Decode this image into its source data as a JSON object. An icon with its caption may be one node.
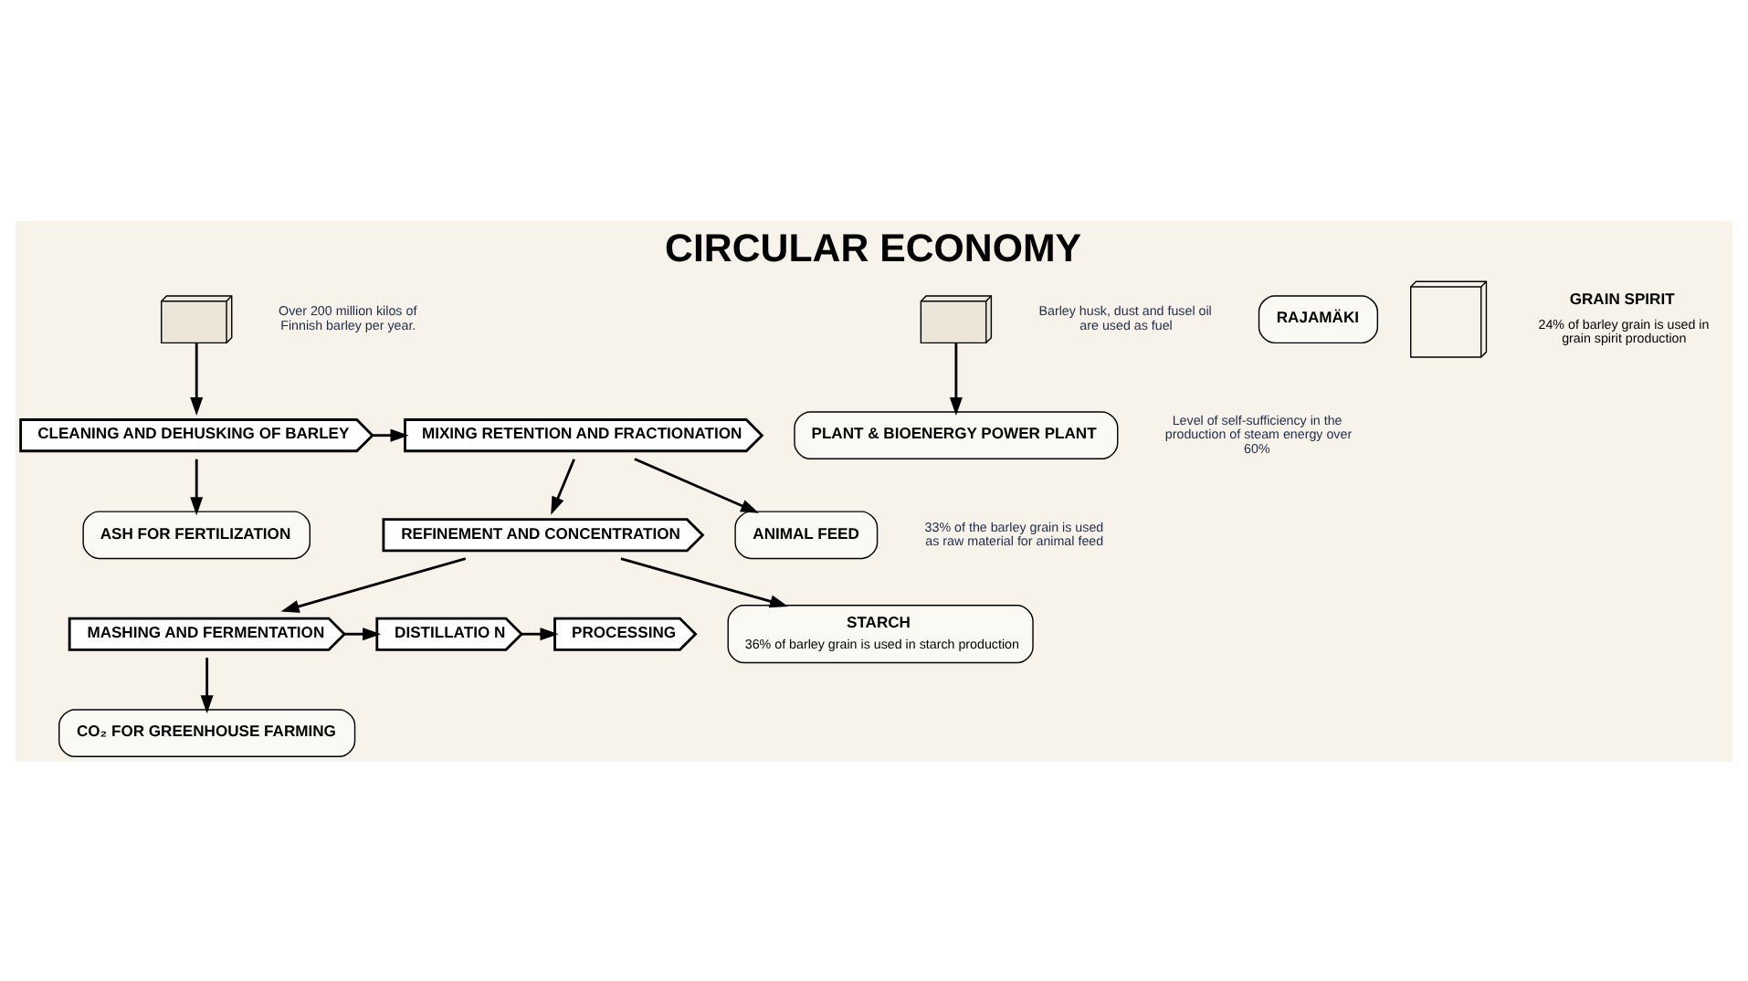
{
  "diagram": {
    "title": "CIRCULAR ECONOMY",
    "nodes": [
      {
        "text": [],
        "shape": "picture",
        "beside": [
          "Over 200 million kilos of Finnish barley per year."
        ]
      },
      {
        "text": [
          "CLEANING AND DEHUSKING OF BARLEY"
        ]
      },
      {
        "text": [
          "MIXING RETENTION AND FRACTIONATION"
        ]
      },
      {
        "text": [
          "REFINEMENT AND CONCENTRATION"
        ]
      },
      {
        "text": [
          "MASHING AND FERMENTATION"
        ]
      },
      {
        "text": [
          "DISTILLATIO N"
        ]
      },
      {
        "text": [
          "PROCESSING"
        ]
      },
      {
        "text": [
          "ASH FOR FERTILIZATION"
        ]
      },
      {
        "text": [
          "ANIMAL FEED"
        ],
        "beside": [
          "33% of the barley grain is used as raw material for animal feed"
        ]
      },
      {
        "text": [
          "PLANT & BIOENERGY POWER PLANT"
        ],
        "beside": [
          "Level of self-sufficiency in the production of steam energy over 60%"
        ]
      },
      {
        "text": [],
        "shape": "picture",
        "beside": [
          "Barley husk, dust and fusel oil are used as fuel"
        ]
      },
      {
        "text": [
          "STARCH",
          "36% of barley grain is used in starch production"
        ]
      },
      {
        "text": [
          "CO₂ FOR GREENHOUSE FARMING"
        ]
      },
      {
        "text": [
          "RAJAMÄKI"
        ]
      },
      {
        "text": [],
        "shape": "picture"
      }
    ],
    "edges": [
      {
        "from": 0,
        "to": 1,
        "arrow": "to"
      },
      {
        "from": 1,
        "to": 2,
        "arrow": "to"
      },
      {
        "from": 2,
        "to": 3,
        "arrow": "to"
      },
      {
        "from": 3,
        "to": 4,
        "arrow": "to"
      },
      {
        "from": 4,
        "to": 5,
        "arrow": "to"
      },
      {
        "from": 5,
        "to": 6,
        "arrow": "to"
      },
      {
        "from": 1,
        "to": 7,
        "arrow": "to"
      },
      {
        "from": 2,
        "to": 8,
        "arrow": "to"
      },
      {
        "from": 10,
        "to": 9,
        "arrow": "to"
      },
      {
        "from": 3,
        "to": 11,
        "arrow": "to"
      },
      {
        "from": 4,
        "to": 12,
        "arrow": "to"
      }
    ],
    "labels": [
      "GRAIN SPIRIT",
      "24% of barley grain is used in grain spirit production"
    ]
  }
}
